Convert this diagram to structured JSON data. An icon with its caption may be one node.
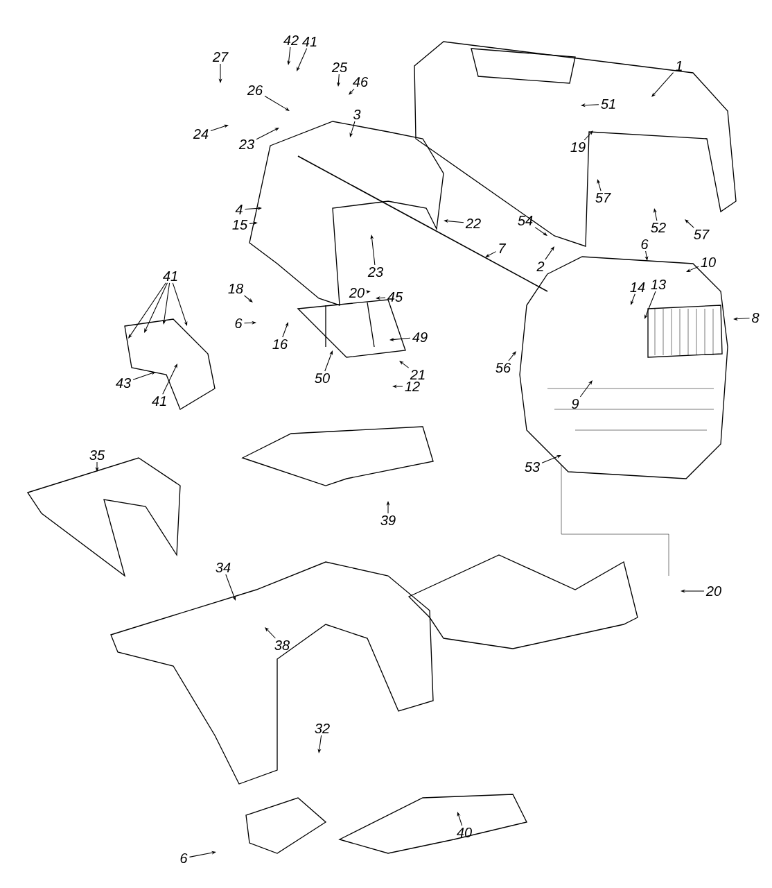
{
  "diagram": {
    "nodes": [
      {
        "text": [
          "42"
        ]
      },
      {
        "text": [
          "41"
        ]
      },
      {
        "text": [
          "27"
        ]
      },
      {
        "text": [
          "25"
        ]
      },
      {
        "text": [
          "46"
        ]
      },
      {
        "text": [
          "1"
        ]
      },
      {
        "text": [
          "26"
        ]
      },
      {
        "text": [
          "51"
        ]
      },
      {
        "text": [
          "3"
        ]
      },
      {
        "text": [
          "24"
        ]
      },
      {
        "text": [
          "23"
        ]
      },
      {
        "text": [
          "19"
        ]
      },
      {
        "text": [
          "57"
        ]
      },
      {
        "text": [
          "4"
        ]
      },
      {
        "text": [
          "15"
        ]
      },
      {
        "text": [
          "23"
        ]
      },
      {
        "text": [
          "22"
        ]
      },
      {
        "text": [
          "54"
        ]
      },
      {
        "text": [
          "52"
        ]
      },
      {
        "text": [
          "57"
        ]
      },
      {
        "text": [
          "6"
        ]
      },
      {
        "text": [
          "10"
        ]
      },
      {
        "text": [
          "7"
        ]
      },
      {
        "text": [
          "2"
        ]
      },
      {
        "text": [
          "41"
        ]
      },
      {
        "text": [
          "18"
        ]
      },
      {
        "text": [
          "20"
        ]
      },
      {
        "text": [
          "45"
        ]
      },
      {
        "text": [
          "14"
        ]
      },
      {
        "text": [
          "13"
        ]
      },
      {
        "text": [
          "6"
        ]
      },
      {
        "text": [
          "16"
        ]
      },
      {
        "text": [
          "8"
        ]
      },
      {
        "text": [
          "49"
        ]
      },
      {
        "text": [
          "56"
        ]
      },
      {
        "text": [
          "50"
        ]
      },
      {
        "text": [
          "43"
        ]
      },
      {
        "text": [
          "21"
        ]
      },
      {
        "text": [
          "12"
        ]
      },
      {
        "text": [
          "41"
        ]
      },
      {
        "text": [
          "9"
        ]
      },
      {
        "text": [
          "35"
        ]
      },
      {
        "text": [
          "53"
        ]
      },
      {
        "text": [
          "39"
        ]
      },
      {
        "text": [
          "34"
        ]
      },
      {
        "text": [
          "20"
        ]
      },
      {
        "text": [
          "38"
        ]
      },
      {
        "text": [
          "32"
        ]
      },
      {
        "text": [
          "40"
        ]
      },
      {
        "text": [
          "6"
        ]
      }
    ],
    "edges": [
      {
        "from": 0,
        "to": null,
        "arrow": "to"
      },
      {
        "from": 1,
        "to": null,
        "arrow": "to"
      },
      {
        "from": 2,
        "to": null,
        "arrow": "to"
      },
      {
        "from": 3,
        "to": null,
        "arrow": "to"
      },
      {
        "from": 4,
        "to": null,
        "arrow": "to"
      },
      {
        "from": 5,
        "to": null,
        "arrow": "to"
      },
      {
        "from": 6,
        "to": null,
        "arrow": "to"
      },
      {
        "from": 7,
        "to": null,
        "arrow": "to"
      },
      {
        "from": 8,
        "to": null,
        "arrow": "to"
      },
      {
        "from": 9,
        "to": null,
        "arrow": "to"
      },
      {
        "from": 10,
        "to": null,
        "arrow": "to"
      },
      {
        "from": 11,
        "to": null,
        "arrow": "to"
      },
      {
        "from": 12,
        "to": null,
        "arrow": "to"
      },
      {
        "from": 13,
        "to": null,
        "arrow": "to"
      },
      {
        "from": 14,
        "to": null,
        "arrow": "to"
      },
      {
        "from": 15,
        "to": null,
        "arrow": "to"
      },
      {
        "from": 16,
        "to": null,
        "arrow": "to"
      },
      {
        "from": 17,
        "to": null,
        "arrow": "to"
      },
      {
        "from": 18,
        "to": null,
        "arrow": "to"
      },
      {
        "from": 19,
        "to": null,
        "arrow": "to"
      },
      {
        "from": 20,
        "to": null,
        "arrow": "to"
      },
      {
        "from": 21,
        "to": null,
        "arrow": "to"
      },
      {
        "from": 22,
        "to": null,
        "arrow": "to"
      },
      {
        "from": 23,
        "to": null,
        "arrow": "to"
      },
      {
        "from": 24,
        "to": null,
        "arrow": "to"
      },
      {
        "from": 24,
        "to": null,
        "arrow": "to"
      },
      {
        "from": 24,
        "to": null,
        "arrow": "to"
      },
      {
        "from": 24,
        "to": null,
        "arrow": "to"
      },
      {
        "from": 25,
        "to": null,
        "arrow": "to"
      },
      {
        "from": 26,
        "to": null,
        "arrow": "to"
      },
      {
        "from": 27,
        "to": null,
        "arrow": "to"
      },
      {
        "from": 28,
        "to": null,
        "arrow": "to"
      },
      {
        "from": 29,
        "to": null,
        "arrow": "to"
      },
      {
        "from": 30,
        "to": null,
        "arrow": "to"
      },
      {
        "from": 31,
        "to": null,
        "arrow": "to"
      },
      {
        "from": 32,
        "to": null,
        "arrow": "to"
      },
      {
        "from": 33,
        "to": null,
        "arrow": "to"
      },
      {
        "from": 34,
        "to": null,
        "arrow": "to"
      },
      {
        "from": 35,
        "to": null,
        "arrow": "to"
      },
      {
        "from": 36,
        "to": null,
        "arrow": "to"
      },
      {
        "from": 37,
        "to": null,
        "arrow": "to"
      },
      {
        "from": 38,
        "to": null,
        "arrow": "to"
      },
      {
        "from": 39,
        "to": null,
        "arrow": "to"
      },
      {
        "from": 40,
        "to": null,
        "arrow": "to"
      },
      {
        "from": 41,
        "to": null,
        "arrow": "to"
      },
      {
        "from": 42,
        "to": null,
        "arrow": "to"
      },
      {
        "from": 43,
        "to": null,
        "arrow": "to"
      },
      {
        "from": 44,
        "to": null,
        "arrow": "to"
      },
      {
        "from": 45,
        "to": null,
        "arrow": "to"
      },
      {
        "from": 46,
        "to": null,
        "arrow": "to"
      },
      {
        "from": 47,
        "to": null,
        "arrow": "to"
      },
      {
        "from": 48,
        "to": null,
        "arrow": "to"
      },
      {
        "from": 49,
        "to": null,
        "arrow": "to"
      }
    ]
  }
}
